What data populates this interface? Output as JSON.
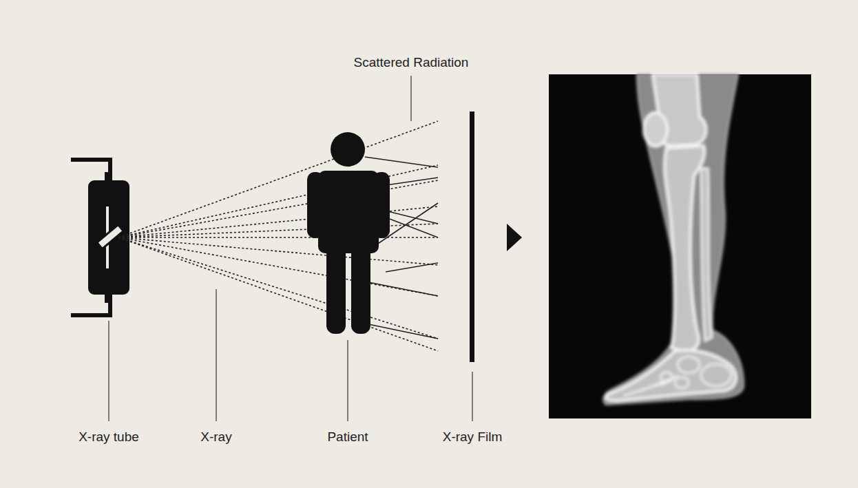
{
  "diagram": {
    "labels": [
      "Scattered Radiation",
      "X-ray tube",
      "X-ray",
      "Patient",
      "X-ray Film"
    ]
  }
}
